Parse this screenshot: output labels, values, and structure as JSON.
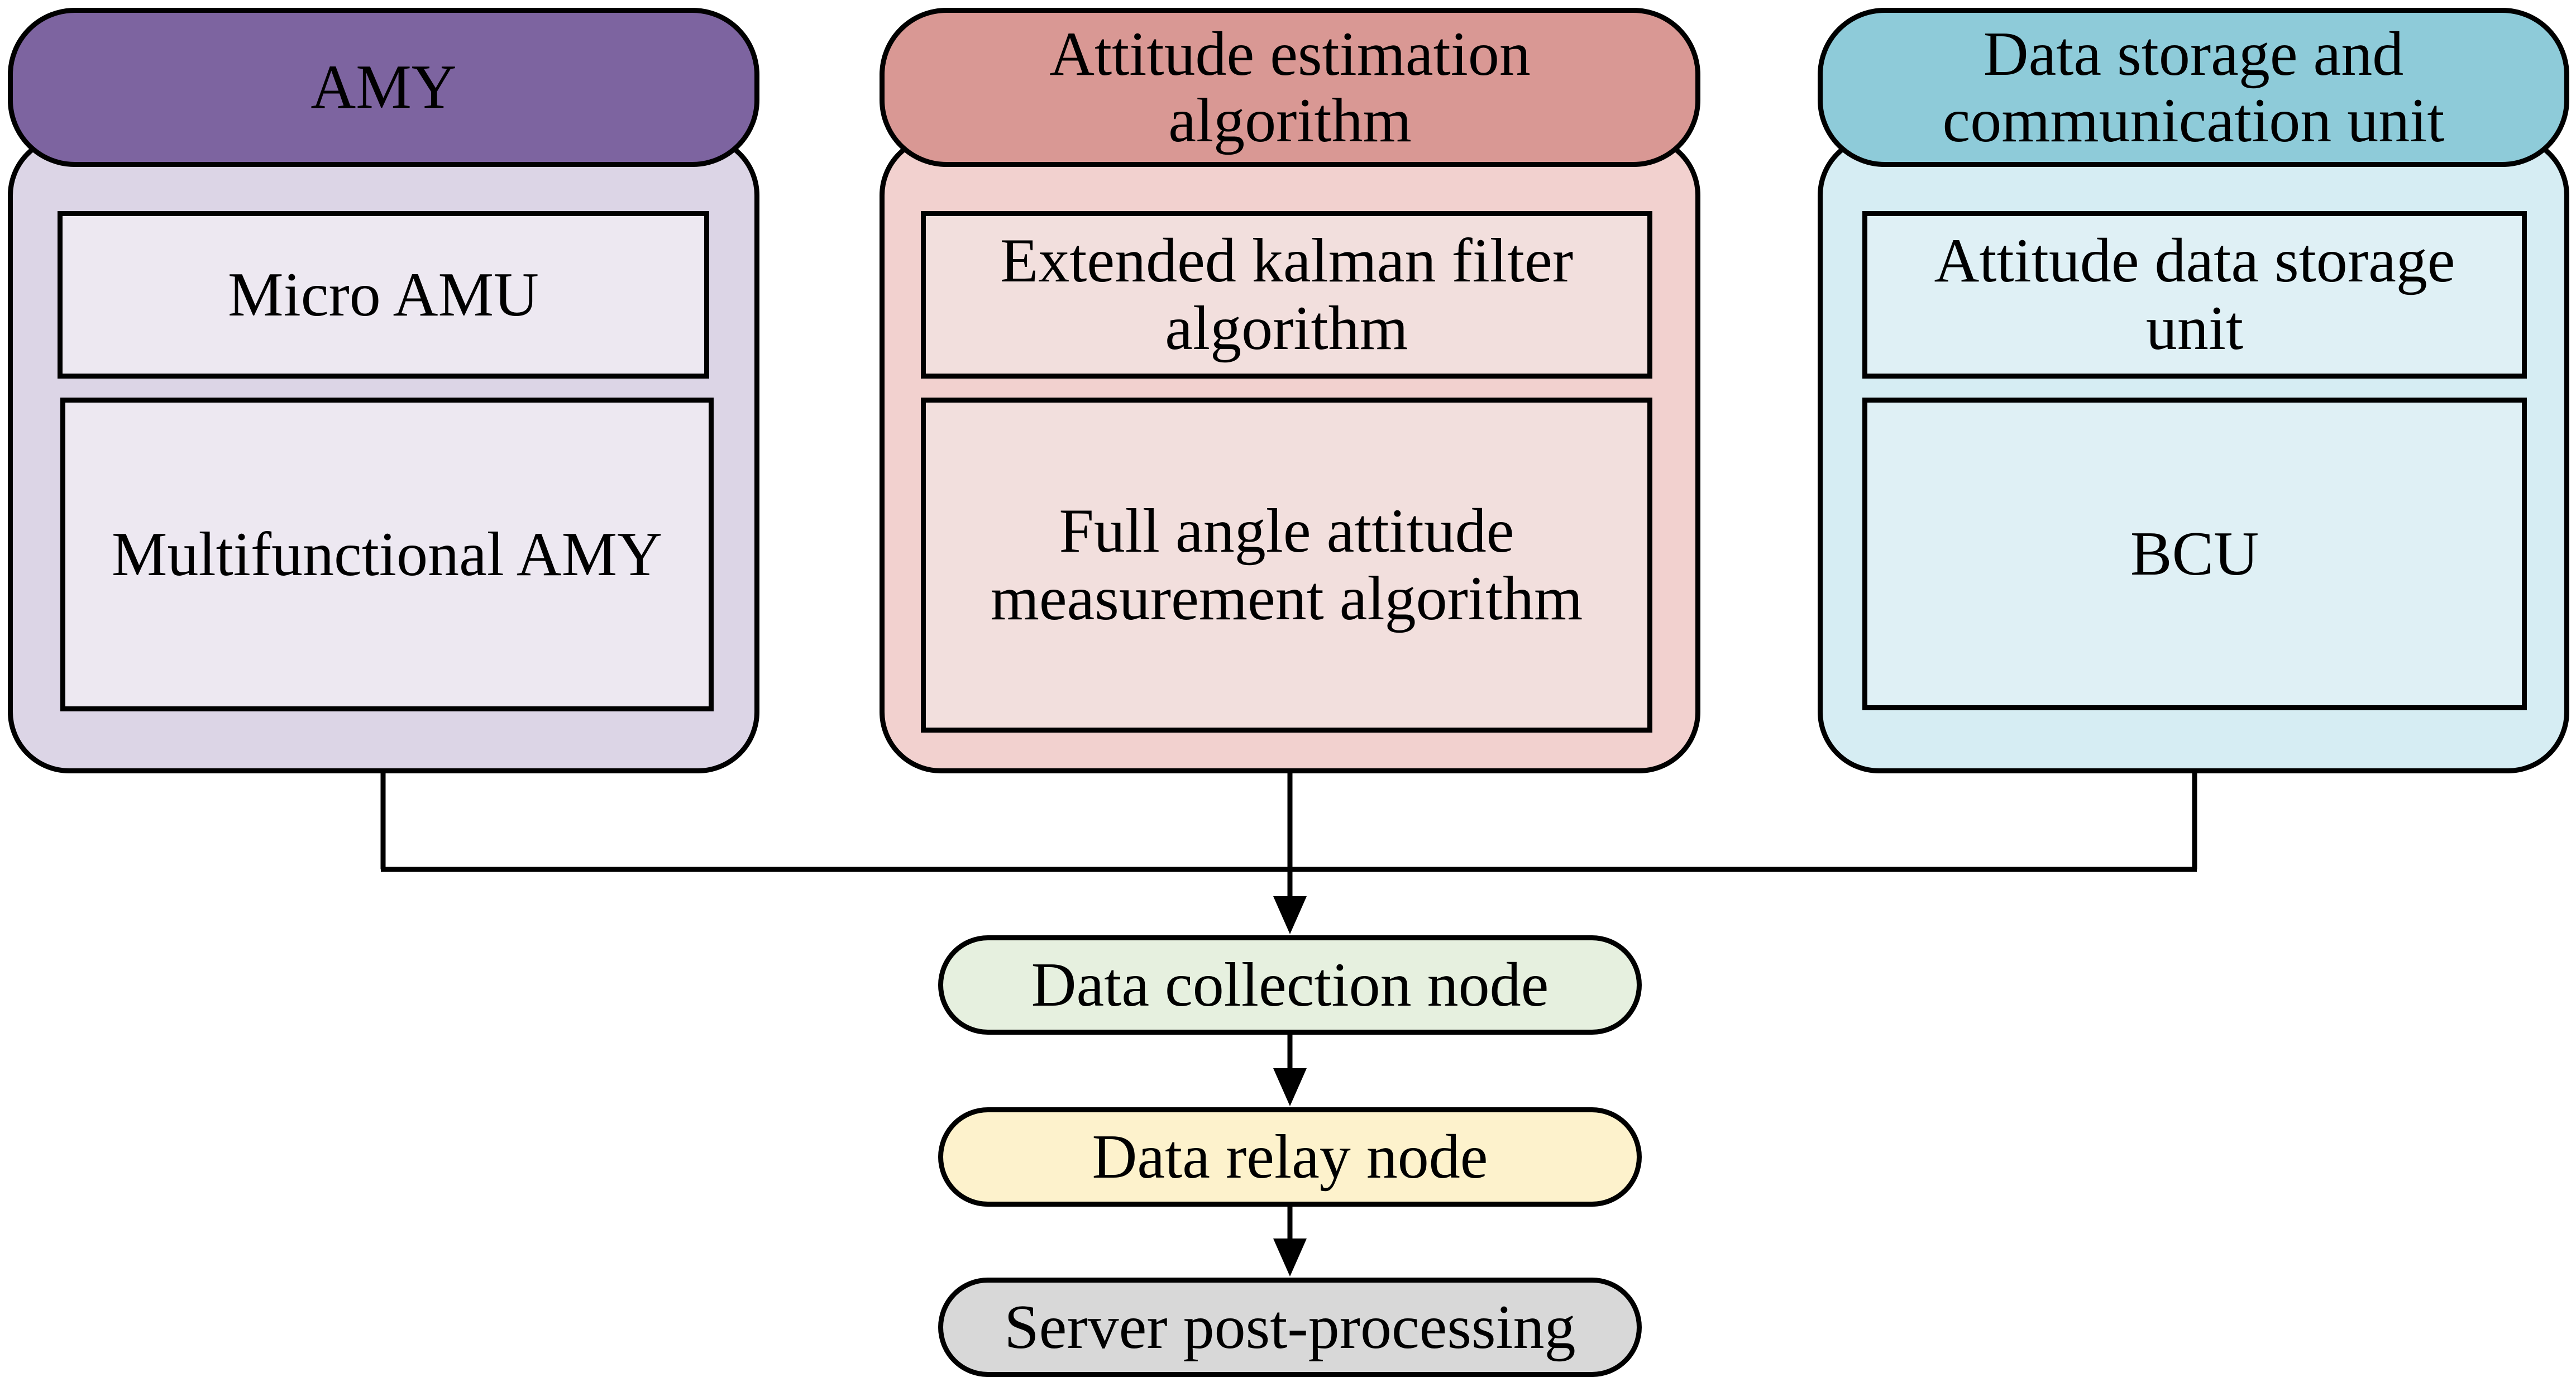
{
  "columns": [
    {
      "header": "AMY",
      "items": [
        "Micro AMU",
        "Multifunctional AMY"
      ]
    },
    {
      "header_line1": "Attitude estimation",
      "header_line2": "algorithm",
      "items_line1": [
        "Extended kalman filter",
        "Full angle attitude"
      ],
      "items_line2": [
        "algorithm",
        "measurement algorithm"
      ]
    },
    {
      "header_line1": "Data storage and",
      "header_line2": "communication unit",
      "items_line1": [
        "Attitude data storage"
      ],
      "items_line2": [
        "unit"
      ],
      "item_single": "BCU"
    }
  ],
  "flow": {
    "collection": "Data collection node",
    "relay": "Data relay node",
    "server": "Server post-processing"
  },
  "colors": {
    "amy_header": "#7d64a0",
    "amy_panel": "#dcd5e6",
    "amy_inner": "#ede8f1",
    "algo_header": "#d99894",
    "algo_panel": "#f2d1cf",
    "algo_inner": "#f2dfdd",
    "data_header": "#8ecbd9",
    "data_panel": "#d6edf3",
    "data_inner": "#dff0f5",
    "collection_fill": "#e6f0df",
    "relay_fill": "#fdf2cc",
    "server_fill": "#d8d8d8"
  }
}
